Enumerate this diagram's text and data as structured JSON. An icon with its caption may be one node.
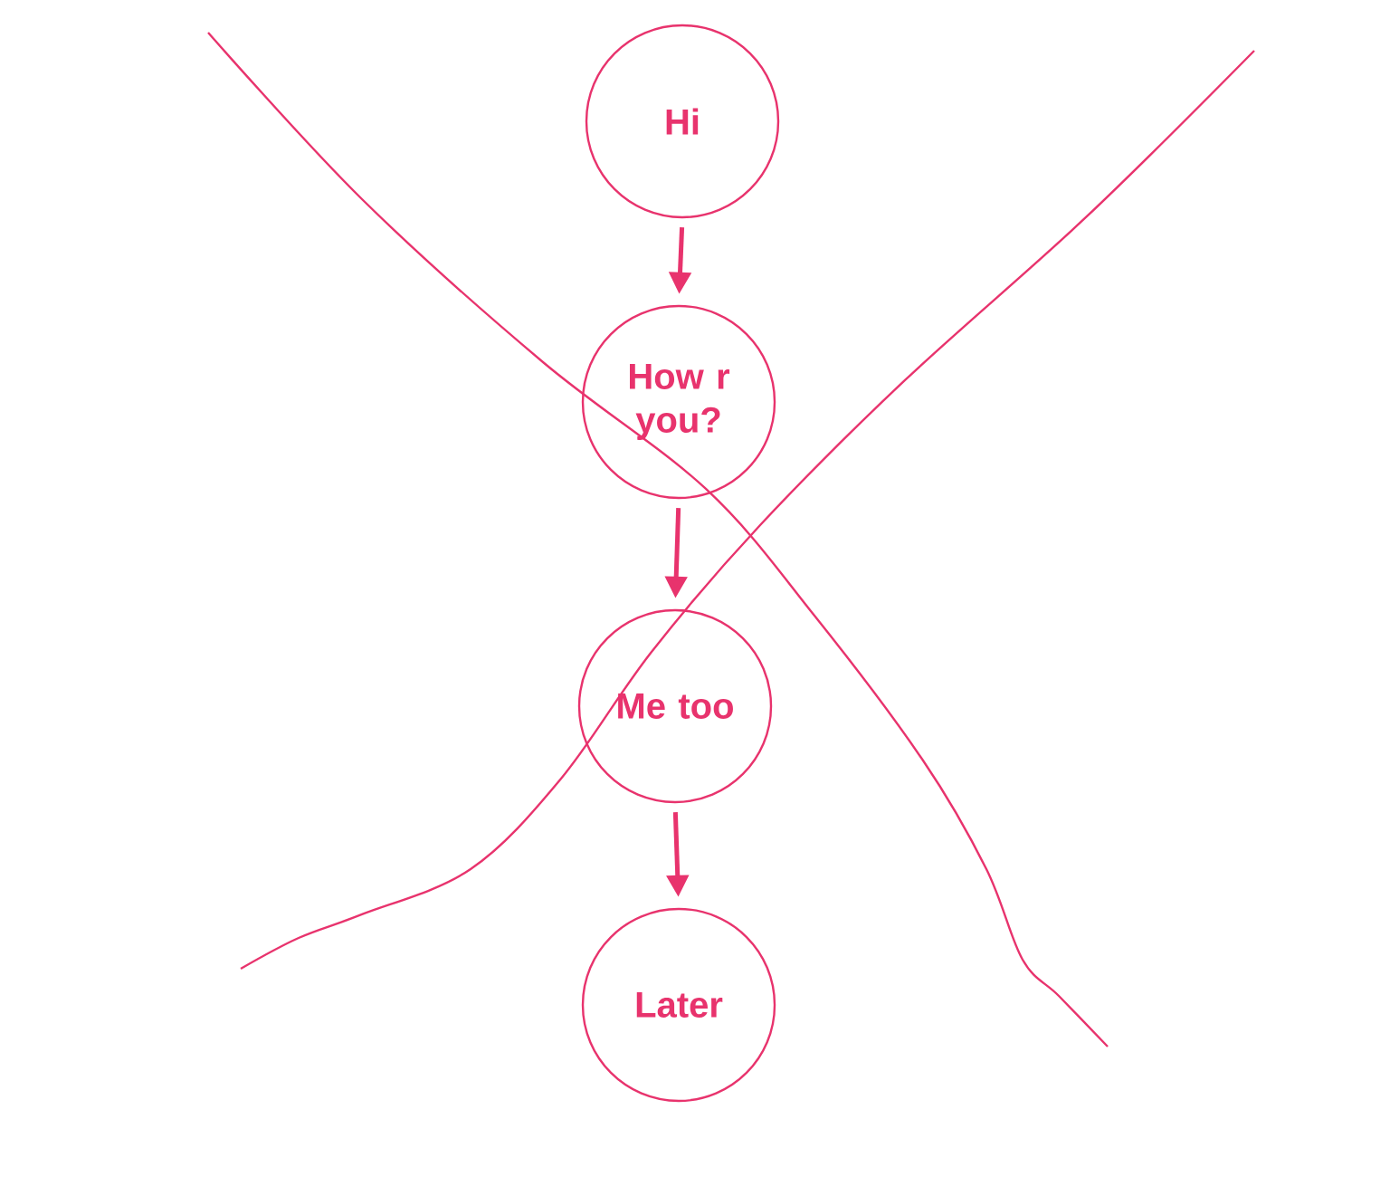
{
  "diagram": {
    "nodes": [
      {
        "text": [
          "Hi"
        ]
      },
      {
        "text": [
          "How r you?"
        ]
      },
      {
        "text": [
          "Me too"
        ]
      },
      {
        "text": [
          "Later"
        ]
      }
    ],
    "edges": [
      {
        "from": 0,
        "to": 1,
        "arrow": "to"
      },
      {
        "from": 1,
        "to": 2,
        "arrow": "to"
      },
      {
        "from": 2,
        "to": 3,
        "arrow": "to"
      }
    ]
  }
}
